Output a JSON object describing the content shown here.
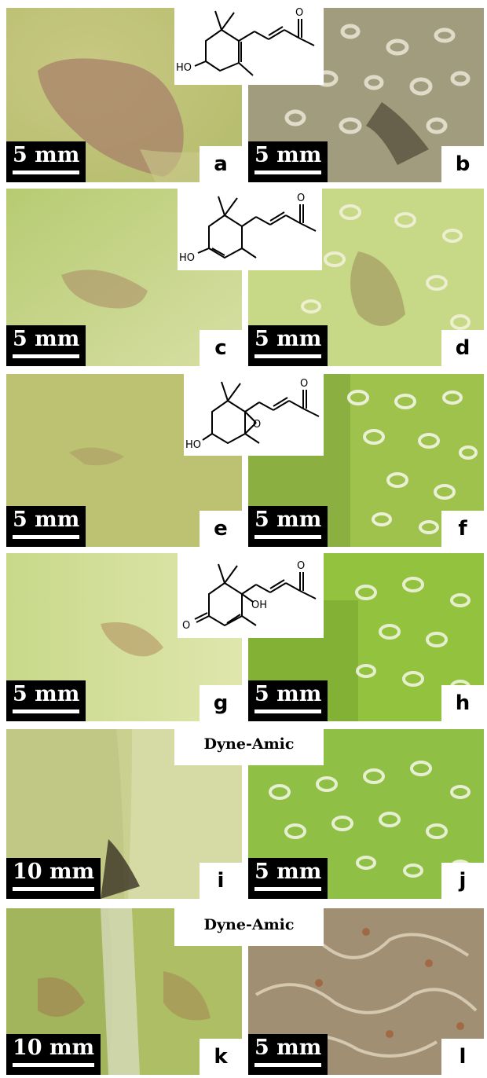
{
  "panels": [
    {
      "letter": "a",
      "scale": "5 mm"
    },
    {
      "letter": "b",
      "scale": "5 mm"
    },
    {
      "letter": "c",
      "scale": "5 mm"
    },
    {
      "letter": "d",
      "scale": "5 mm"
    },
    {
      "letter": "e",
      "scale": "5 mm"
    },
    {
      "letter": "f",
      "scale": "5 mm"
    },
    {
      "letter": "g",
      "scale": "5 mm"
    },
    {
      "letter": "h",
      "scale": "5 mm"
    },
    {
      "letter": "i",
      "scale": "10 mm"
    },
    {
      "letter": "j",
      "scale": "5 mm"
    },
    {
      "letter": "k",
      "scale": "10 mm"
    },
    {
      "letter": "l",
      "scale": "5 mm"
    }
  ],
  "labels": {
    "row5": "Dyne-Amic",
    "row6": "Dyne-Amic"
  },
  "structures": {
    "s1_ho": "HO",
    "s1_o": "O",
    "s2_ho": "HO",
    "s2_o": "O",
    "s3_ho": "HO",
    "s3_o": "O",
    "s3_epoxide_o": "O",
    "s4_o": "O",
    "s4_ketone_o": "O",
    "s4_oh": "OH"
  },
  "colors": {
    "leaf_yellow_green": "#c9cf86",
    "leaf_bright_green": "#b8d66a",
    "lesion_brown": "#a57a5c",
    "trichome_white": "#f2f4e6"
  }
}
